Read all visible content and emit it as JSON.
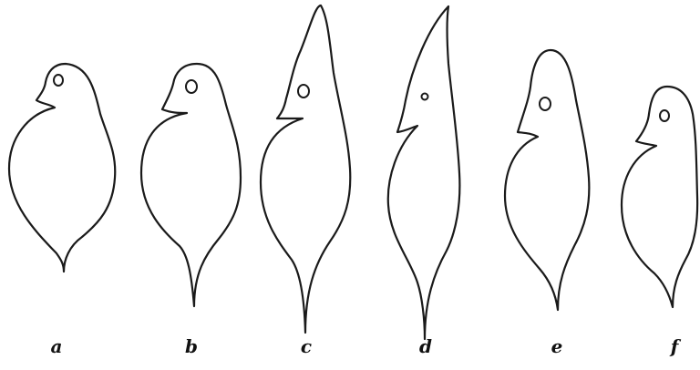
{
  "figure": {
    "panels": [
      {
        "id": "a",
        "label": "a"
      },
      {
        "id": "b",
        "label": "b"
      },
      {
        "id": "c",
        "label": "c"
      },
      {
        "id": "d",
        "label": "d"
      },
      {
        "id": "e",
        "label": "e"
      },
      {
        "id": "f",
        "label": "f"
      }
    ]
  }
}
